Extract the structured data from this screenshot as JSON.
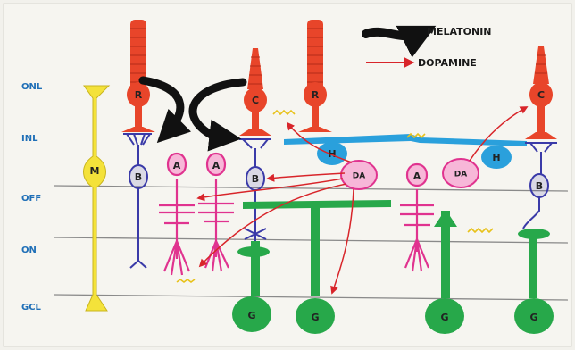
{
  "legend": {
    "melatonin": "MELATONIN",
    "dopamine": "DOPAMINE"
  },
  "layers": {
    "onl": "ONL",
    "inl": "INL",
    "off": "OFF",
    "on": "ON",
    "gcl": "GCL"
  },
  "cells": {
    "rod": "R",
    "cone": "C",
    "muller": "M",
    "bipolar": "B",
    "amacrine": "A",
    "horizontal": "H",
    "dopaminergic": "DA",
    "ganglion": "G"
  },
  "colors": {
    "background": "#f2f1ec",
    "photoreceptor": "#e8452a",
    "muller": "#f4e23a",
    "bipolar": "#3a3aa8",
    "amacrine": "#e0338f",
    "horizontal": "#2aa0dc",
    "ganglion": "#27a84a",
    "melatonin_arrow": "#111111",
    "dopamine_arrow": "#d8252a",
    "layer_line": "#8a8a8a",
    "layer_text": "#1f6fb7",
    "gap_junction": "#e8c21a"
  }
}
